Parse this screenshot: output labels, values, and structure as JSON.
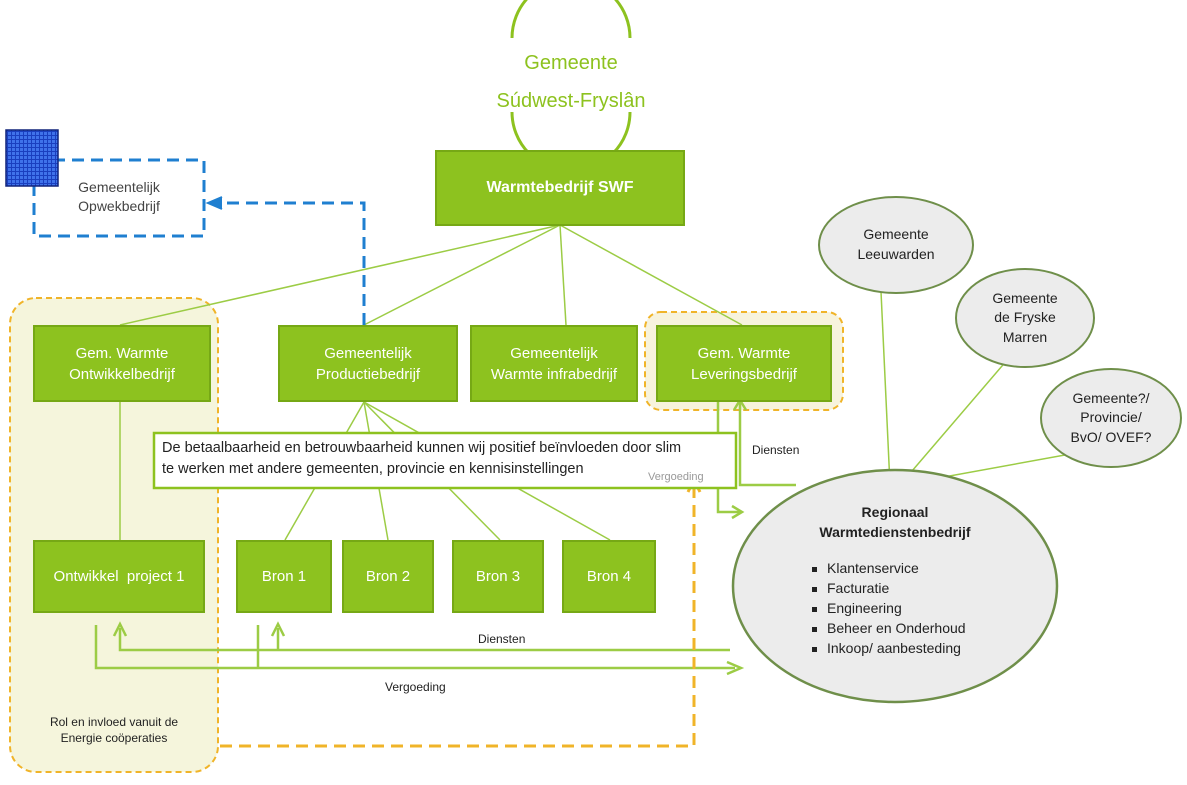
{
  "municipality": {
    "line1": "Gemeente",
    "line2": "Súdwest-Fryslân"
  },
  "main_company": "Warmtebedrijf SWF",
  "opwek": {
    "line1": "Gemeentelijk",
    "line2": "Opwekbedrijf"
  },
  "subsidiaries": [
    {
      "line1": "Gem. Warmte",
      "line2": "Ontwikkelbedrijf"
    },
    {
      "line1": "Gemeentelijk",
      "line2": "Productiebedrijf"
    },
    {
      "line1": "Gemeentelijk",
      "line2": "Warmte infrabedrijf"
    },
    {
      "line1": "Gem. Warmte",
      "line2": "Leveringsbedrijf"
    }
  ],
  "project": "Ontwikkel  project 1",
  "sources": [
    "Bron 1",
    "Bron 2",
    "Bron 3",
    "Bron 4"
  ],
  "note": {
    "line1": "De betaalbaarheid en betrouwbaarheid kunnen wij positief beïnvloeden door slim",
    "line2": "te werken met andere gemeenten, provincie en kennisinstellingen"
  },
  "flows": {
    "vergoeding_upper": "Vergoeding",
    "diensten_upper": "Diensten",
    "diensten_lower": "Diensten",
    "vergoeding_lower": "Vergoeding"
  },
  "cooperatives": {
    "line1": "Rol en invloed vanuit de",
    "line2": "Energie coöperaties"
  },
  "partners": [
    {
      "line1": "Gemeente",
      "line2": "Leeuwarden"
    },
    {
      "line1": "Gemeente",
      "line2": "de Fryske",
      "line3": "Marren"
    },
    {
      "line1": "Gemeente?/",
      "line2": "Provincie/",
      "line3": "BvO/ OVEF?"
    }
  ],
  "regional": {
    "title1": "Regionaal",
    "title2": "Warmtedienstenbedrijf",
    "services": [
      "Klantenservice",
      "Facturatie",
      "Engineering",
      "Beheer en Onderhoud",
      "Inkoop/ aanbesteding"
    ]
  },
  "colors": {
    "green": "#8dc21f",
    "line_green": "#9ccc45",
    "blue_dashed": "#1f7fd0",
    "orange_dashed": "#f0b429",
    "coop_fill": "#f5f5dc",
    "oval_fill": "#ececec"
  }
}
